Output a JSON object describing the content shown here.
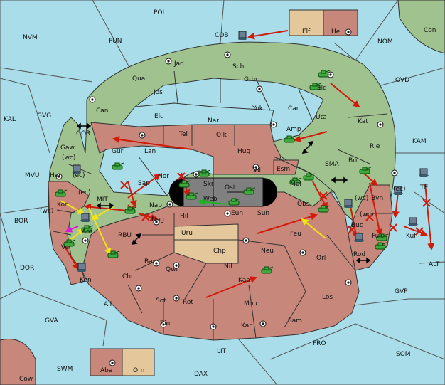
{
  "colors": {
    "water": "#a8dde9",
    "north_land": "#9fc28f",
    "south_land": "#c8877b",
    "neutral_land": "#e4c79b",
    "impassable": "#808080",
    "black": "#000000",
    "order_red": "#d11a0a",
    "order_yellow": "#f2e316",
    "order_green": "#1db31d",
    "order_magenta": "#d61ad6"
  },
  "sea_labels": [
    "POL",
    "NVM",
    "FUN",
    "COB",
    "NOM",
    "Con",
    "OVD",
    "KAL",
    "GVG",
    "GOR",
    "KAM",
    "MVU",
    "SMA",
    "MIT",
    "TEI",
    "BOR",
    "RBU",
    "ALT",
    "DOR",
    "GVP",
    "GVA",
    "LIT",
    "FRO",
    "SOM",
    "SWM",
    "DAX",
    "Cow",
    "(wc)",
    "(ec)",
    "(wc)",
    "(wc)",
    "(ec)",
    "(ec)",
    "(wc)"
  ],
  "north_labels": [
    "Jad",
    "Sch",
    "Qua",
    "Grh",
    "Jos",
    "Eld",
    "Can",
    "Yok",
    "Car",
    "Elc",
    "Nar",
    "Uta",
    "Tel",
    "Olk",
    "Kat",
    "Amp",
    "Gaw",
    "Rie",
    "Her",
    "Bri",
    "Sap",
    "Nor",
    "Vil",
    "Mel",
    "Kor",
    "Byn",
    "Aro",
    "Ver",
    "Skr"
  ],
  "south_labels": [
    "Gur",
    "Lan",
    "Hug",
    "Esm",
    "Nab",
    "Hil",
    "Nog",
    "Sun",
    "Obs",
    "Feu",
    "Ken",
    "Chr",
    "Bar",
    "Qwi",
    "Neu",
    "Orl",
    "Nil",
    "Ail",
    "Kaa",
    "Rot",
    "Sot",
    "Mou",
    "Los",
    "Zin",
    "Kar",
    "Sam",
    "Aba",
    "Hel",
    "Buc",
    "Fuk",
    "Rod",
    "Kuf"
  ],
  "neutral_labels": [
    "Uru",
    "Chp",
    "Orn",
    "Elf"
  ],
  "impassable_labels": [
    "Ost",
    "Web",
    "Eun"
  ]
}
